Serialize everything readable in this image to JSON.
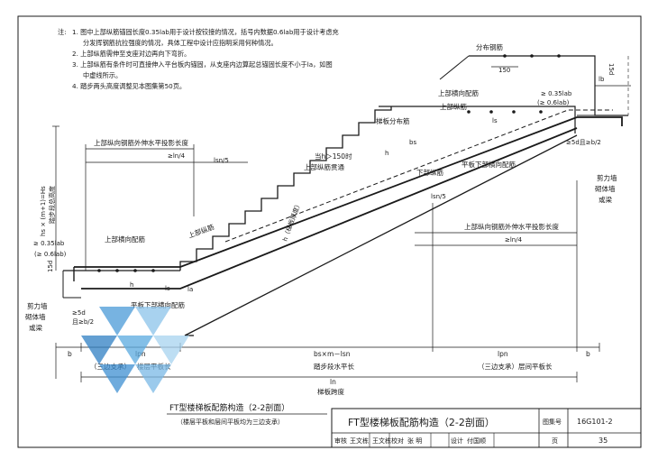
{
  "notes": {
    "header": "注:",
    "lines": [
      "1. 图中上部纵筋锚固长度0.35lab用于设计按铰接的情况，括号内数据0.6lab用于设计考虑充",
      "分发挥钢筋抗拉强度的情况，具体工程中设计应指明采用何种情况。",
      "2. 上部纵筋需伸至支座对边再向下弯折。",
      "3. 上部纵筋有条件时可直接伸入平台板内锚固，从支座内边算起总锚固长度不小于la，如图",
      "中虚线所示。",
      "4. 踏步两头高度调整见本图集第50页。"
    ]
  },
  "labels": {
    "dist_bar": "分布钢筋",
    "d150": "150",
    "d15d_right": "15d",
    "lb": "lb",
    "top_transverse": "上部横向配筋",
    "top_long": "上部纵筋",
    "anchor_right_1": "≥ 0.35lab",
    "anchor_right_2": "(≥ 0.6lab)",
    "ls_top": "ls",
    "dist_plank": "梯板分布筋",
    "bs": "bs",
    "h": "h",
    "ge5d_right": "≥5d且≥b/2",
    "ext_top_left": "上部纵向钢筋外伸水平投影长度",
    "ln4_top": "≥ln/4",
    "lsn5_top": "lsn/5",
    "when_h": "当h＞150时",
    "through": "上部纵筋贯通",
    "bottom_long": "下部纵筋",
    "bottom_trans_right": "平板下部横向配筋",
    "wall_right_1": "剪力墙",
    "wall_right_2": "砌体墙",
    "wall_right_3": "或梁",
    "lsn5_bot": "lsn/5",
    "ext_bot_right": "上部纵向钢筋外伸水平投影长度",
    "ln4_bot": "≥ln/4",
    "vertical_dim": "hs × (m+1)=Hs",
    "vertical_dim_2": "踏步段总高度",
    "anchor_left_1": "≥ 0.35lab",
    "anchor_left_2": "(≥ 0.6lab)",
    "top_trans_left": "上部横向配筋",
    "top_long_left": "上部纵筋",
    "d15d_left": "15d",
    "ls_left": "ls",
    "la_left": "la",
    "thickness": "h（梯板厚度）",
    "wall_left_1": "剪力墙",
    "wall_left_2": "砌体墙",
    "wall_left_3": "或梁",
    "ge5d_left_1": "≥5d",
    "ge5d_left_2": "且≥b/2",
    "bottom_trans_left": "平板下部横向配筋",
    "dim_b_left": "b",
    "dim_lpn_left": "lpn",
    "dim_steps": "bs×m－lsn",
    "dim_lpn_right": "lpn",
    "dim_b_right": "b",
    "sub_left_1": "（三边支承）",
    "sub_left_2": "楼层平板长",
    "sub_steps": "踏步段水平长",
    "sub_right": "（三边支承）层间平板长",
    "dim_ln": "ln",
    "ln_label": "梯板跨度"
  },
  "caption": {
    "title": "FT型楼梯板配筋构造（2-2剖面）",
    "subtitle": "（楼层平板和层间平板均为三边支承）"
  },
  "title_block": {
    "main_title": "FT型楼梯板配筋构造（2-2剖面）",
    "atlas_label": "图集号",
    "atlas_no": "16G101-2",
    "review": "审核",
    "review_name": "王文栋",
    "check": "校对",
    "check_name": "张  明",
    "design": "设计",
    "design_name": "付国顺",
    "page_label": "页",
    "page_no": "35"
  }
}
